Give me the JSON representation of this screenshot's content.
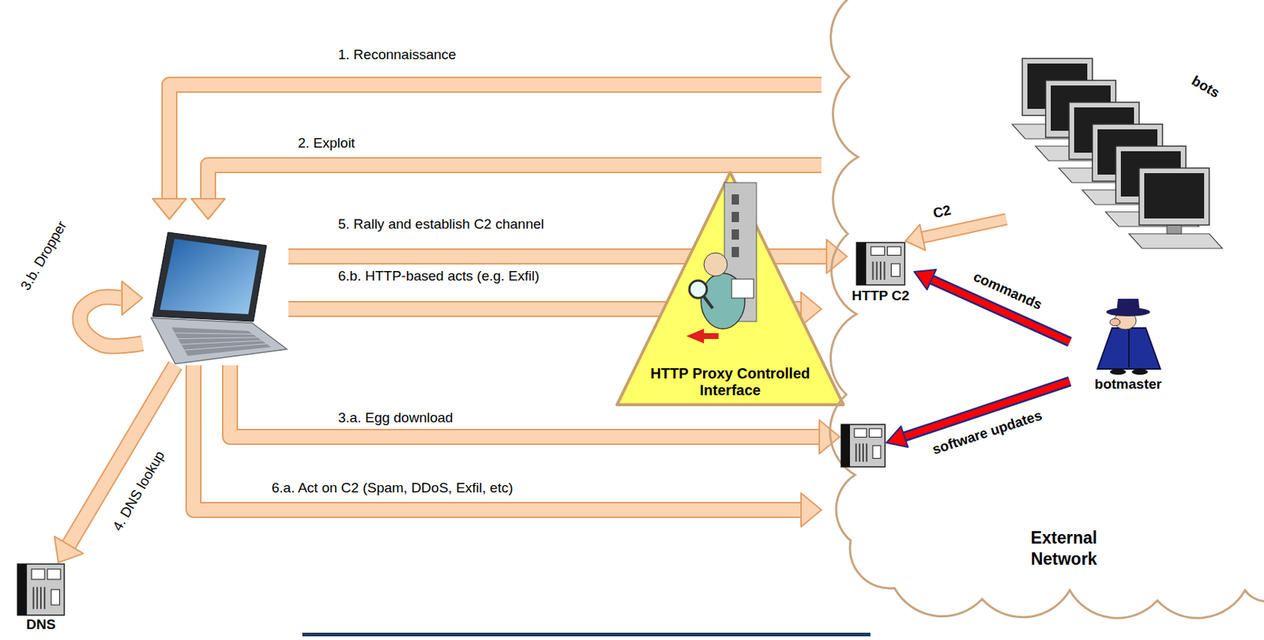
{
  "diagram": {
    "nodes": [
      {
        "text": []
      },
      {
        "text": [
          "DNS"
        ]
      },
      {
        "text": [
          "HTTP Proxy Controlled Interface"
        ]
      },
      {
        "text": [
          "External Network"
        ]
      },
      {
        "text": [
          "bots"
        ],
        "in": 3
      },
      {
        "text": [
          "HTTP C2"
        ],
        "in": 3
      },
      {
        "text": [
          "botmaster"
        ],
        "in": 3
      },
      {
        "text": [],
        "in": 3
      }
    ],
    "edges": [
      {
        "from": 3,
        "to": 0,
        "arrow": "to",
        "label": "1. Reconnaissance"
      },
      {
        "from": 3,
        "to": 0,
        "arrow": "to",
        "label": "2. Exploit"
      },
      {
        "from": 0,
        "to": 7,
        "arrow": "to",
        "label": "3.a. Egg download"
      },
      {
        "from": 0,
        "to": 0,
        "arrow": "to",
        "label": "3.b. Dropper"
      },
      {
        "from": 0,
        "to": 1,
        "arrow": "to",
        "label": "4. DNS lookup"
      },
      {
        "from": 0,
        "to": 5,
        "arrow": "to",
        "label": "5. Rally and establish C2 channel"
      },
      {
        "from": 0,
        "to": 3,
        "arrow": "to",
        "label": "6.a. Act on C2 (Spam, DDoS, Exfil, etc)"
      },
      {
        "from": 0,
        "to": 3,
        "arrow": "to",
        "label": "6.b. HTTP-based acts (e.g. Exfil)"
      },
      {
        "from": 4,
        "to": 5,
        "arrow": "to",
        "label": "C2"
      },
      {
        "from": 6,
        "to": 5,
        "arrow": "to",
        "label": "commands"
      },
      {
        "from": 6,
        "to": 7,
        "arrow": "to",
        "label": "software updates"
      }
    ]
  }
}
